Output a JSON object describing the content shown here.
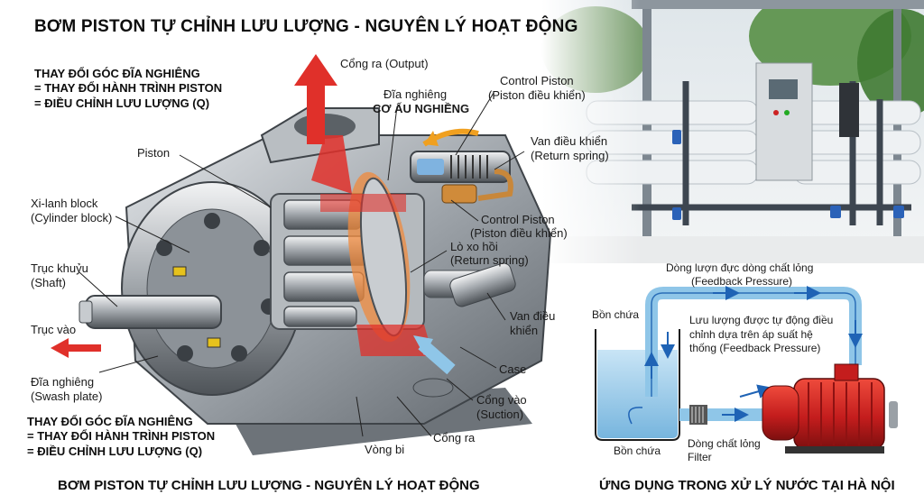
{
  "title_top": "BƠM PISTON TỰ CHỈNH LƯU LƯỢNG - NGUYÊN LÝ HOẠT ĐỘNG",
  "note_top": [
    "THAY ĐỔI GÓC ĐĨA NGHIÊNG",
    "= THAY ĐỔI HÀNH TRÌNH PISTON",
    "= ĐIỀU CHỈNH LƯU LƯỢNG (Q)"
  ],
  "note_bottom": [
    "THAY ĐỔI GÓC ĐĨA NGHIÊNG",
    "= THAY ĐỔI HÀNH TRÌNH PISTON",
    "= ĐIỀU CHỈNH LƯU LƯỢNG (Q)"
  ],
  "labels": {
    "output": "Cổng ra (Output)",
    "swash_top_1": "Đĩa nghiêng",
    "swash_top_2": "CƠ ẤU NGHIỀNG",
    "control_piston_top_1": "Control Piston",
    "control_piston_top_2": "(Piston điều khiển)",
    "valve_top_1": "Van điều khiển",
    "valve_top_2": "(Return spring)",
    "piston": "Piston",
    "cylinder_1": "Xi-lanh block",
    "cylinder_2": "(Cylinder block)",
    "control_piston_mid_1": "Control Piston",
    "control_piston_mid_2": "(Piston điều khiển)",
    "spring_1": "Lò xo hồi",
    "spring_2": "(Return spring)",
    "shaft_1": "Trục khuỷu",
    "shaft_2": "(Shaft)",
    "shaft_in": "Trục vào",
    "valve_mid_1": "Van điều",
    "valve_mid_2": "khiển",
    "case": "Case",
    "swash_bot_1": "Đĩa nghiêng",
    "swash_bot_2": "(Swash plate)",
    "suction_1": "Cổng vào",
    "suction_2": "(Suction)",
    "outlet": "Cổng ra",
    "bearing": "Vòng bi"
  },
  "feedback": {
    "title_1": "Dòng lượn đực dòng chất lỏng",
    "title_2": "(Feedback Pressure)",
    "tank_top": "Bồn chứa",
    "desc": [
      "Lưu lượng được tự động điều",
      "chỉnh dựa trên áp suất hệ",
      "thống (Feedback Pressure)"
    ],
    "tank_bottom": "Bồn chứa",
    "flow_1": "Dòng chất lỏng",
    "flow_2": "Filter"
  },
  "footer_left": "BƠM PISTON TỰ CHỈNH LƯU LƯỢNG - NGUYÊN LÝ HOẠT ĐỘNG",
  "footer_right": "ỨNG DỤNG TRONG XỬ LÝ NƯỚC TẠI HÀ NỘI",
  "colors": {
    "flow_red": "#e0302a",
    "flow_blue": "#8fc6e8",
    "motor_red": "#c81e1e",
    "metal": "#9aa0a6"
  }
}
